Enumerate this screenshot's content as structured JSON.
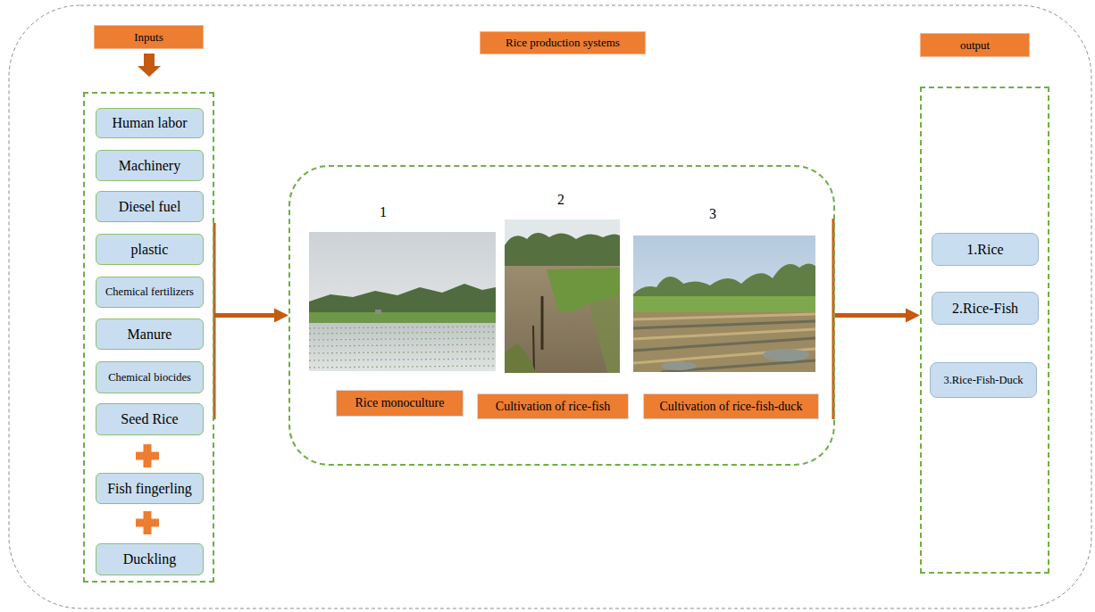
{
  "diagram": {
    "nodes": [
      {
        "text": [
          "Inputs"
        ]
      },
      {
        "text": [
          "Human labor"
        ],
        "in": 0
      },
      {
        "text": [
          "Machinery"
        ],
        "in": 0
      },
      {
        "text": [
          "Diesel fuel"
        ],
        "in": 0
      },
      {
        "text": [
          "plastic"
        ],
        "in": 0
      },
      {
        "text": [
          "Chemical fertilizers"
        ],
        "in": 0
      },
      {
        "text": [
          "Manure"
        ],
        "in": 0
      },
      {
        "text": [
          "Chemical biocides"
        ],
        "in": 0
      },
      {
        "text": [
          "Seed Rice"
        ],
        "in": 0
      },
      {
        "text": [
          "Fish fingerling"
        ],
        "in": 0
      },
      {
        "text": [
          "Duckling"
        ],
        "in": 0
      },
      {
        "text": [
          "Rice production systems"
        ]
      },
      {
        "text": [
          "Rice monoculture"
        ],
        "in": 11
      },
      {
        "text": [
          "Cultivation of rice-fish"
        ],
        "in": 11
      },
      {
        "text": [
          "Cultivation of rice-fish-duck"
        ],
        "in": 11
      },
      {
        "text": [
          "output"
        ]
      },
      {
        "text": [
          "1.Rice"
        ],
        "in": 15
      },
      {
        "text": [
          "2.Rice-Fish"
        ],
        "in": 15
      },
      {
        "text": [
          "3.Rice-Fish-Duck"
        ],
        "in": 15
      }
    ],
    "edges": [
      {
        "from": 0,
        "to": 11,
        "arrow": "to"
      },
      {
        "from": 11,
        "to": 15,
        "arrow": "to"
      }
    ],
    "labels": [
      "1",
      "2",
      "3"
    ]
  }
}
